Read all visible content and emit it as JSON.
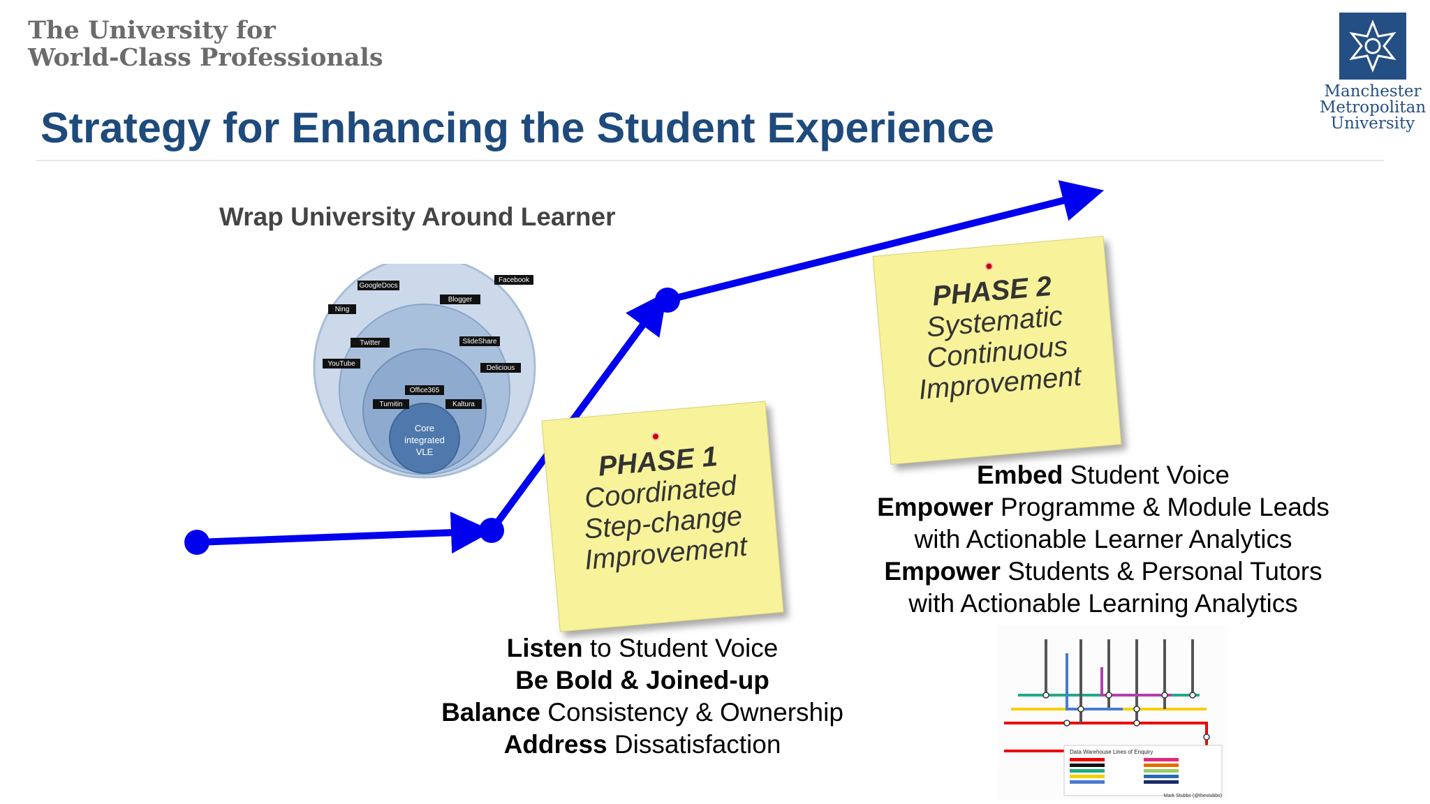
{
  "header": {
    "tagline": "The University for\nWorld-Class Professionals",
    "title": "Strategy for Enhancing the Student Experience",
    "logo_text": [
      "Manchester",
      "Metropolitan",
      "University"
    ]
  },
  "colors": {
    "title": "#1e4a7c",
    "arrow": "#0000ee",
    "note": "#f8f39a",
    "logo": "#244f84"
  },
  "wrap": {
    "title": "Wrap University Around Learner",
    "tags": [
      "GoogleDocs",
      "Facebook",
      "Ning",
      "Blogger",
      "Twitter",
      "SlideShare",
      "YouTube",
      "Delicious",
      "Office365",
      "Turnitin",
      "Kaltura"
    ],
    "core": [
      "Core",
      "integrated",
      "VLE"
    ]
  },
  "phase1": {
    "label": "PHASE 1",
    "lines": [
      "Coordinated",
      "Step-change",
      "Improvement"
    ],
    "points": [
      {
        "bold": "Listen",
        "rest": " to Student Voice"
      },
      {
        "bold": "Be Bold & Joined-up",
        "rest": ""
      },
      {
        "bold": "Balance",
        "rest": " Consistency & Ownership"
      },
      {
        "bold": "Address",
        "rest": " Dissatisfaction"
      }
    ]
  },
  "phase2": {
    "label": "PHASE 2",
    "lines": [
      "Systematic",
      "Continuous",
      "Improvement"
    ],
    "points": [
      {
        "bold": "Embed",
        "rest": " Student Voice"
      },
      {
        "bold": "Empower",
        "rest": " Programme & Module Leads"
      },
      {
        "bold": "",
        "rest": "with Actionable Learner Analytics"
      },
      {
        "bold": "Empower",
        "rest": " Students & Personal Tutors"
      },
      {
        "bold": "",
        "rest": "with Actionable Learning Analytics"
      }
    ]
  },
  "subway": {
    "legend_title": "Data Warehouse Lines of Enquiry",
    "credit": "Mark Stubbs (@thestubbs)"
  }
}
